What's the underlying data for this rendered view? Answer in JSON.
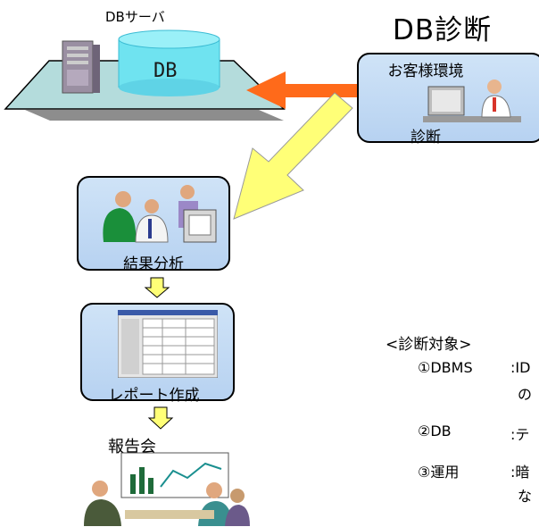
{
  "title": "DB診断",
  "server_label": "DBサーバ",
  "db_label": "DB",
  "customer": {
    "label": "お客様環境",
    "action": "診断"
  },
  "result": {
    "label": "結果分析"
  },
  "report": {
    "label": "レポート作成"
  },
  "meeting": {
    "label": "報告会"
  },
  "targets": {
    "heading": "<診断対象>",
    "items": [
      {
        "name": "①DBMS",
        "desc_line1": ":ID",
        "desc_line2": "の"
      },
      {
        "name": "②DB",
        "desc_line1": ":テ"
      },
      {
        "name": "③運用",
        "desc_line1": ":暗",
        "desc_line2": "な"
      }
    ]
  },
  "colors": {
    "box_fill": "#bdd7f4",
    "platform_top": "#b4dcdc",
    "platform_side": "#9a9a9a",
    "db_cylinder": "#6fe3f0",
    "arrow_orange": "#ff6a1a",
    "arrow_yellow": "#ffff77"
  }
}
